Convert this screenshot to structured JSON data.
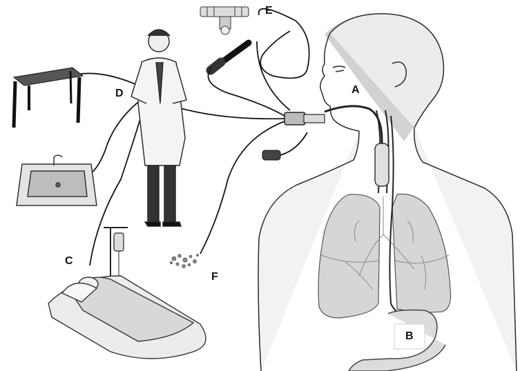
{
  "diagram": {
    "labels": {
      "a": "A",
      "b": "B",
      "c": "C",
      "d": "D",
      "e": "E",
      "f": "F"
    }
  },
  "colors": {
    "line": "#1a1a1a",
    "body_shade": "#e6e6e6",
    "lung_fill": "#d4d4d4",
    "head_shade": "#c8c8c8",
    "label_box": "#ffffff"
  }
}
